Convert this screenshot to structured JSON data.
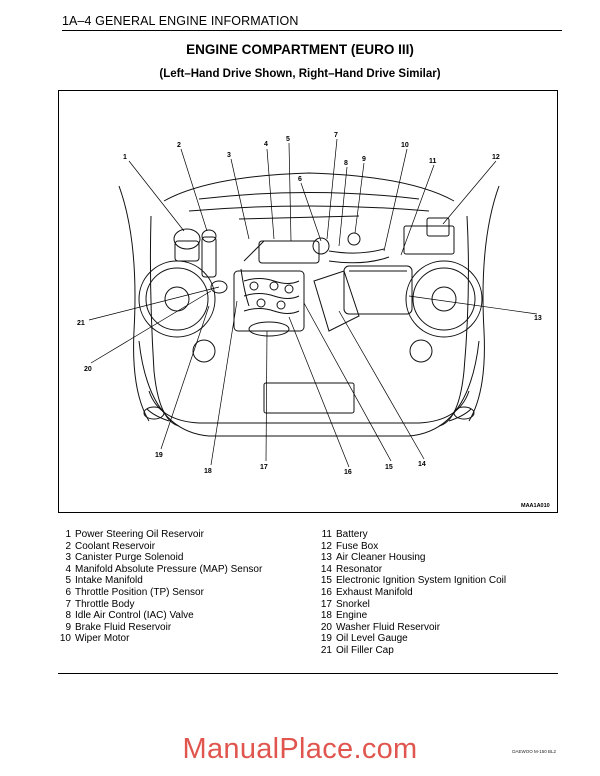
{
  "header": {
    "text": "1A–4  GENERAL ENGINE INFORMATION"
  },
  "title": "ENGINE COMPARTMENT (EURO III)",
  "subtitle": "(Left–Hand Drive Shown, Right–Hand Drive Similar)",
  "figure": {
    "code": "MAA1A010",
    "callouts": [
      "1",
      "2",
      "3",
      "4",
      "5",
      "6",
      "7",
      "8",
      "9",
      "10",
      "11",
      "12",
      "13",
      "14",
      "15",
      "16",
      "17",
      "18",
      "19",
      "20",
      "21"
    ]
  },
  "legend_left": [
    {
      "num": "1",
      "label": "Power Steering Oil Reservoir"
    },
    {
      "num": "2",
      "label": "Coolant Reservoir"
    },
    {
      "num": "3",
      "label": "Canister Purge Solenoid"
    },
    {
      "num": "4",
      "label": "Manifold Absolute Pressure (MAP) Sensor"
    },
    {
      "num": "5",
      "label": "Intake Manifold"
    },
    {
      "num": "6",
      "label": "Throttle Position (TP) Sensor"
    },
    {
      "num": "7",
      "label": "Throttle Body"
    },
    {
      "num": "8",
      "label": "Idle Air Control (IAC) Valve"
    },
    {
      "num": "9",
      "label": "Brake Fluid Reservoir"
    },
    {
      "num": "10",
      "label": "Wiper Motor"
    }
  ],
  "legend_right": [
    {
      "num": "11",
      "label": "Battery"
    },
    {
      "num": "12",
      "label": "Fuse Box"
    },
    {
      "num": "13",
      "label": "Air Cleaner Housing"
    },
    {
      "num": "14",
      "label": "Resonator"
    },
    {
      "num": "15",
      "label": "Electronic Ignition System Ignition Coil"
    },
    {
      "num": "16",
      "label": "Exhaust Manifold"
    },
    {
      "num": "17",
      "label": "Snorkel"
    },
    {
      "num": "18",
      "label": "Engine"
    },
    {
      "num": "20",
      "label": "Washer Fluid Reservoir"
    },
    {
      "num": "19",
      "label": "Oil Level Gauge"
    },
    {
      "num": "21",
      "label": "Oil Filler Cap"
    }
  ],
  "footer_code": "DAEWOO M-150 BL2",
  "watermark": "ManualPlace.com"
}
